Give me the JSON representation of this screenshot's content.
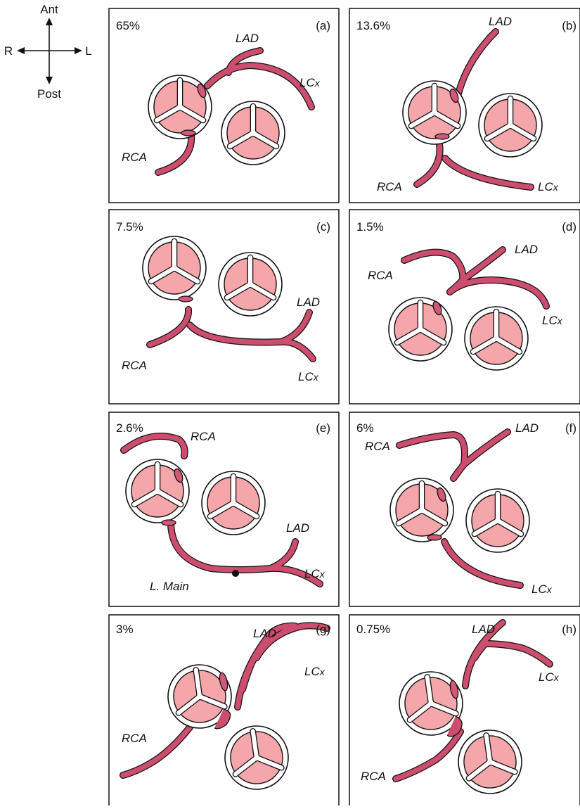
{
  "orientation": {
    "anterior": "Ant",
    "posterior": "Post",
    "right": "R",
    "left": "L"
  },
  "colors": {
    "vessel": "#cc4d6e",
    "leaflet": "#f4a6aa",
    "outline": "#111111",
    "background": "#ffffff"
  },
  "panels": [
    {
      "tag": "(a)",
      "percent": "65%",
      "labels": [
        "LAD",
        "LCx",
        "RCA"
      ]
    },
    {
      "tag": "(b)",
      "percent": "13.6%",
      "labels": [
        "LAD",
        "RCA",
        "LCx"
      ]
    },
    {
      "tag": "(c)",
      "percent": "7.5%",
      "labels": [
        "LAD",
        "RCA",
        "LCx"
      ]
    },
    {
      "tag": "(d)",
      "percent": "1.5%",
      "labels": [
        "LAD",
        "RCA",
        "LCx"
      ]
    },
    {
      "tag": "(e)",
      "percent": "2.6%",
      "labels": [
        "RCA",
        "LAD",
        "LCx",
        "L. Main"
      ]
    },
    {
      "tag": "(f)",
      "percent": "6%",
      "labels": [
        "LAD",
        "RCA",
        "LCx"
      ]
    },
    {
      "tag": "(g)",
      "percent": "3%",
      "labels": [
        "LAD",
        "LCx",
        "RCA"
      ]
    },
    {
      "tag": "(h)",
      "percent": "0.75%",
      "labels": [
        "LAD",
        "LCx",
        "RCA"
      ]
    }
  ]
}
